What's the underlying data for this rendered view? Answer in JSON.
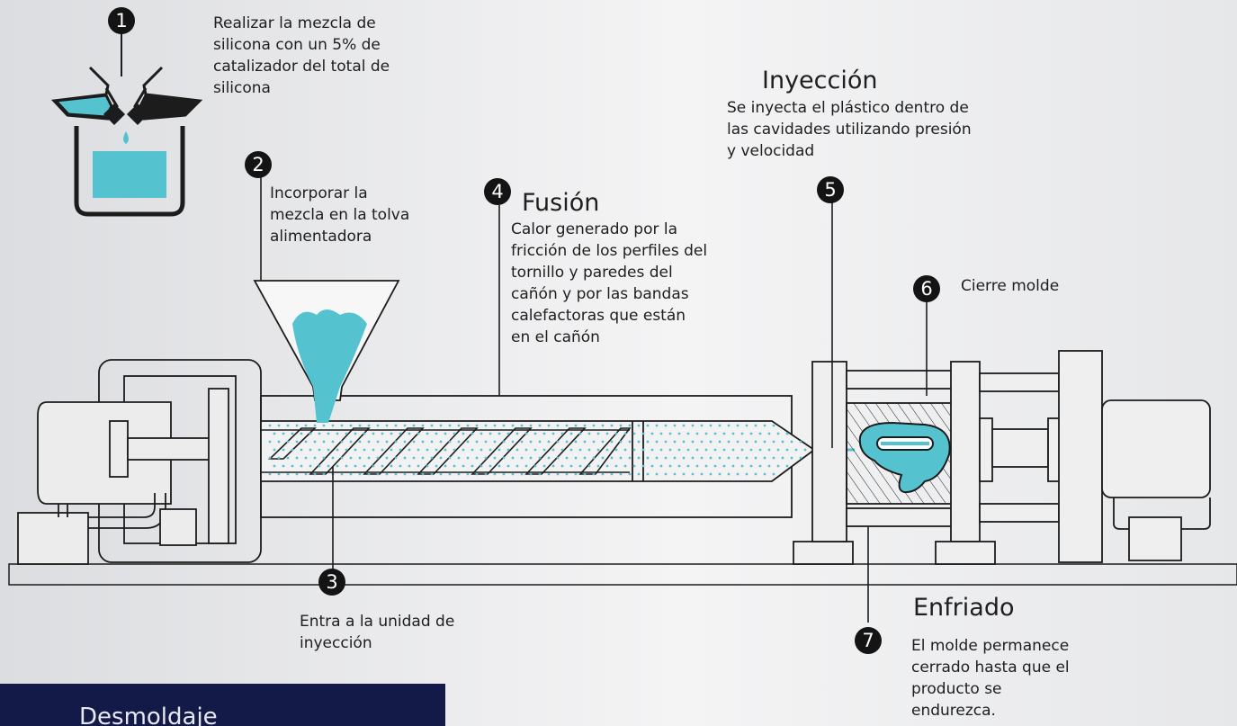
{
  "colors": {
    "accent": "#54c3cf",
    "line": "#1c1c1c",
    "banner": "#141a48"
  },
  "steps": [
    {
      "number": "1",
      "title": "",
      "text": [
        "Realizar la mezcla de",
        "silicona con un 5% de",
        "catalizador del total de",
        "silicona"
      ]
    },
    {
      "number": "2",
      "title": "",
      "text": [
        "Incorporar la",
        "mezcla en la tolva",
        "alimentadora"
      ]
    },
    {
      "number": "3",
      "title": "",
      "text": [
        "Entra a la unidad de",
        "inyección"
      ]
    },
    {
      "number": "4",
      "title": "Fusión",
      "text": [
        "Calor generado por la",
        "fricción de los perfiles del",
        "tornillo y paredes del",
        "cañón y por las bandas",
        "calefactoras que están",
        "en el cañón"
      ]
    },
    {
      "number": "5",
      "title": "Inyección",
      "text": [
        "Se inyecta el plástico dentro de",
        "las cavidades utilizando presión",
        "y velocidad"
      ]
    },
    {
      "number": "6",
      "title": "",
      "text": [
        "Cierre molde"
      ]
    },
    {
      "number": "7",
      "title": "Enfriado",
      "text": [
        "El molde permanece",
        "cerrado hasta que el",
        "producto se",
        "endurezca."
      ]
    }
  ],
  "banner": {
    "label": "Desmoldaje"
  }
}
